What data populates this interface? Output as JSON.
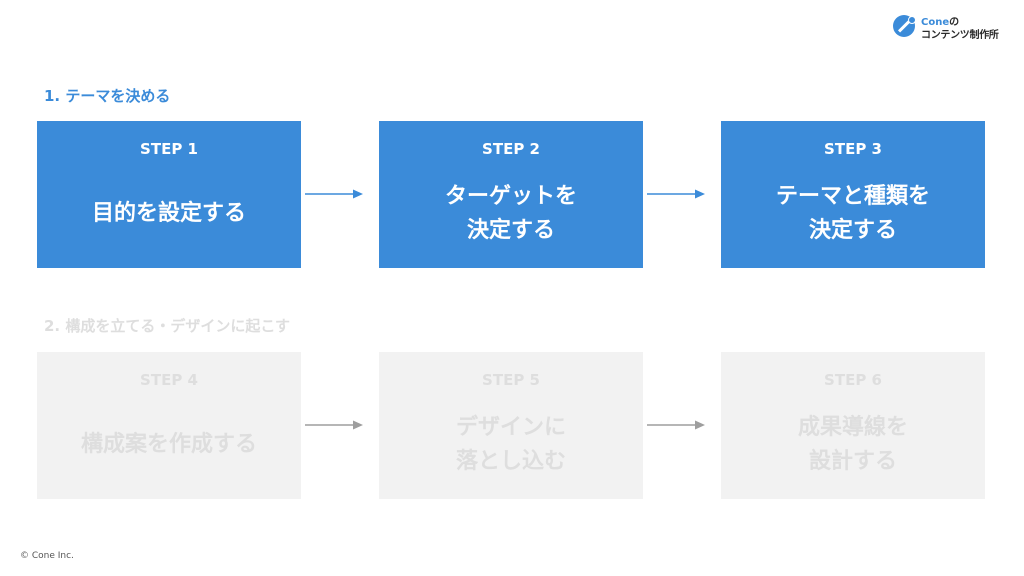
{
  "logo": {
    "brand": "Cone",
    "no": "の",
    "tagline": "コンテンツ制作所",
    "mark_icon": "cone-logo-mark-icon"
  },
  "sections": [
    {
      "title": "1. テーマを決める",
      "color": "#3b8bd9"
    },
    {
      "title": "2. 構成を立てる・デザインに起こす",
      "color": "#dedede"
    }
  ],
  "steps": [
    {
      "label": "STEP 1",
      "title": "目的を設定する",
      "state": "active"
    },
    {
      "label": "STEP 2",
      "title": "ターゲットを\n決定する",
      "state": "active"
    },
    {
      "label": "STEP 3",
      "title": "テーマと種類を\n決定する",
      "state": "active"
    },
    {
      "label": "STEP 4",
      "title": "構成案を作成する",
      "state": "inactive"
    },
    {
      "label": "STEP 5",
      "title": "デザインに\n落とし込む",
      "state": "inactive"
    },
    {
      "label": "STEP 6",
      "title": "成果導線を\n設計する",
      "state": "inactive"
    }
  ],
  "arrows": [
    {
      "icon": "arrow-right-icon",
      "color": "#3b8bd9"
    },
    {
      "icon": "arrow-right-icon",
      "color": "#3b8bd9"
    },
    {
      "icon": "arrow-right-icon",
      "color": "#9e9e9e"
    },
    {
      "icon": "arrow-right-icon",
      "color": "#9e9e9e"
    }
  ],
  "colors": {
    "accent": "#3b8bd9",
    "inactive_box": "#f2f2f2",
    "inactive_text": "#dedede"
  },
  "footer": {
    "copyright": "© Cone Inc."
  }
}
